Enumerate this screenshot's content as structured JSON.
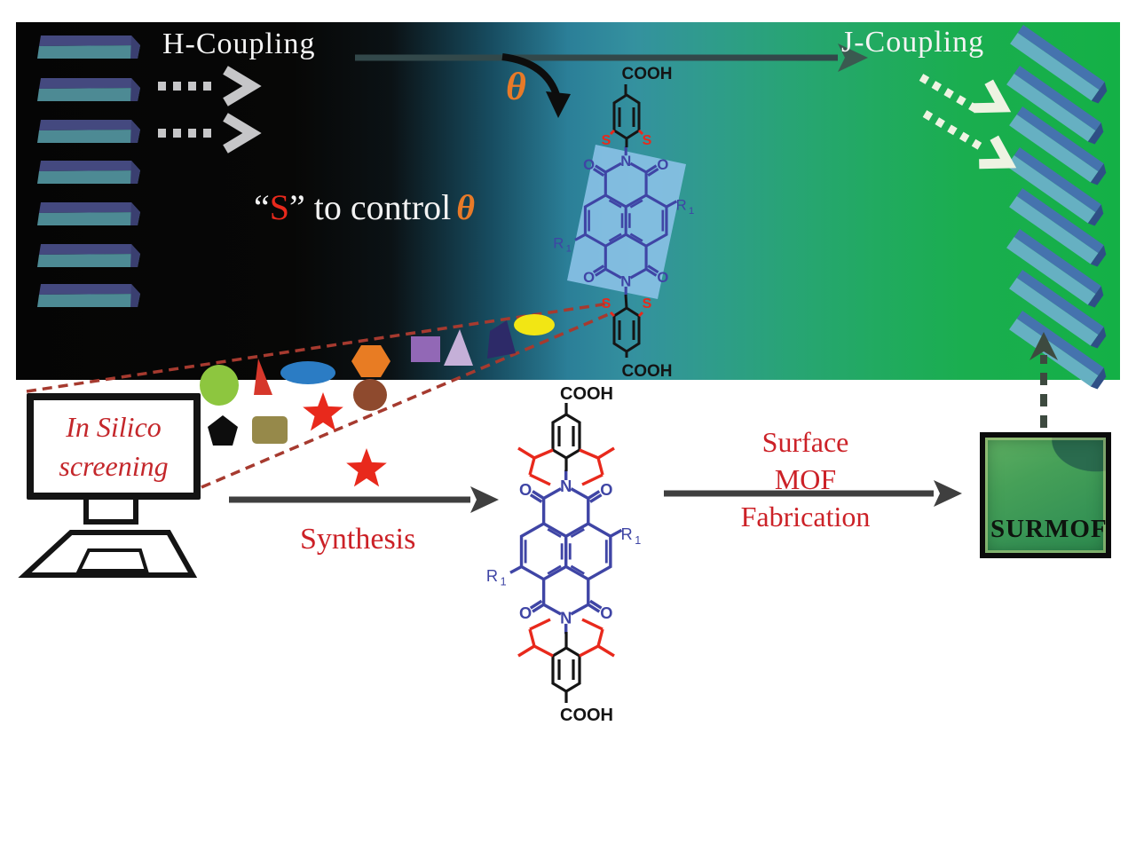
{
  "banner": {
    "h_coupling_label": "H-Coupling",
    "j_coupling_label": "J-Coupling",
    "quote_open": "“",
    "s_symbol": "S",
    "quote_close_text": "” to control",
    "theta_symbol": "θ"
  },
  "molecules": {
    "cooh": "COOH",
    "sulfur": "S",
    "nitrogen": "N",
    "oxygen": "O",
    "r_label": "R",
    "r_subscript": "1"
  },
  "workflow": {
    "in_silico_line1": "In Silico",
    "in_silico_line2": "screening",
    "synthesis_label": "Synthesis",
    "surface_mof_line1": "Surface",
    "surface_mof_line2": "MOF",
    "surface_mof_line3": "Fabrication",
    "surmof_label": "SURMOF"
  },
  "candidate_shapes": [
    {
      "name": "green-ellipse",
      "color": "#8dc63f"
    },
    {
      "name": "red-triangle",
      "color": "#d6372b"
    },
    {
      "name": "blue-ellipse",
      "color": "#2b7cc4"
    },
    {
      "name": "orange-hexagon",
      "color": "#e87c23"
    },
    {
      "name": "brown-ellipse",
      "color": "#8e4a2e"
    },
    {
      "name": "purple-square",
      "color": "#9268b6"
    },
    {
      "name": "lavender-triangle",
      "color": "#c5b0d8"
    },
    {
      "name": "navy-quad",
      "color": "#2d2a68"
    },
    {
      "name": "yellow-ellipse",
      "color": "#f2e614"
    },
    {
      "name": "black-pentagon",
      "color": "#0d0d0d"
    },
    {
      "name": "olive-square",
      "color": "#96894a"
    },
    {
      "name": "red-star-screened",
      "color": "#e8291c"
    },
    {
      "name": "red-star-selected",
      "color": "#e8291c"
    }
  ],
  "colors": {
    "red_text": "#cc2127",
    "structure_blue": "#3f45a5",
    "structure_fill": "#8cc3e8",
    "sulfur_red": "#e8291c",
    "theta_orange": "#e87a28",
    "banner_teal": "#34919f",
    "banner_green": "#14b046",
    "slab_top_blue": "#44497f",
    "slab_face_teal": "#4d8a94"
  }
}
